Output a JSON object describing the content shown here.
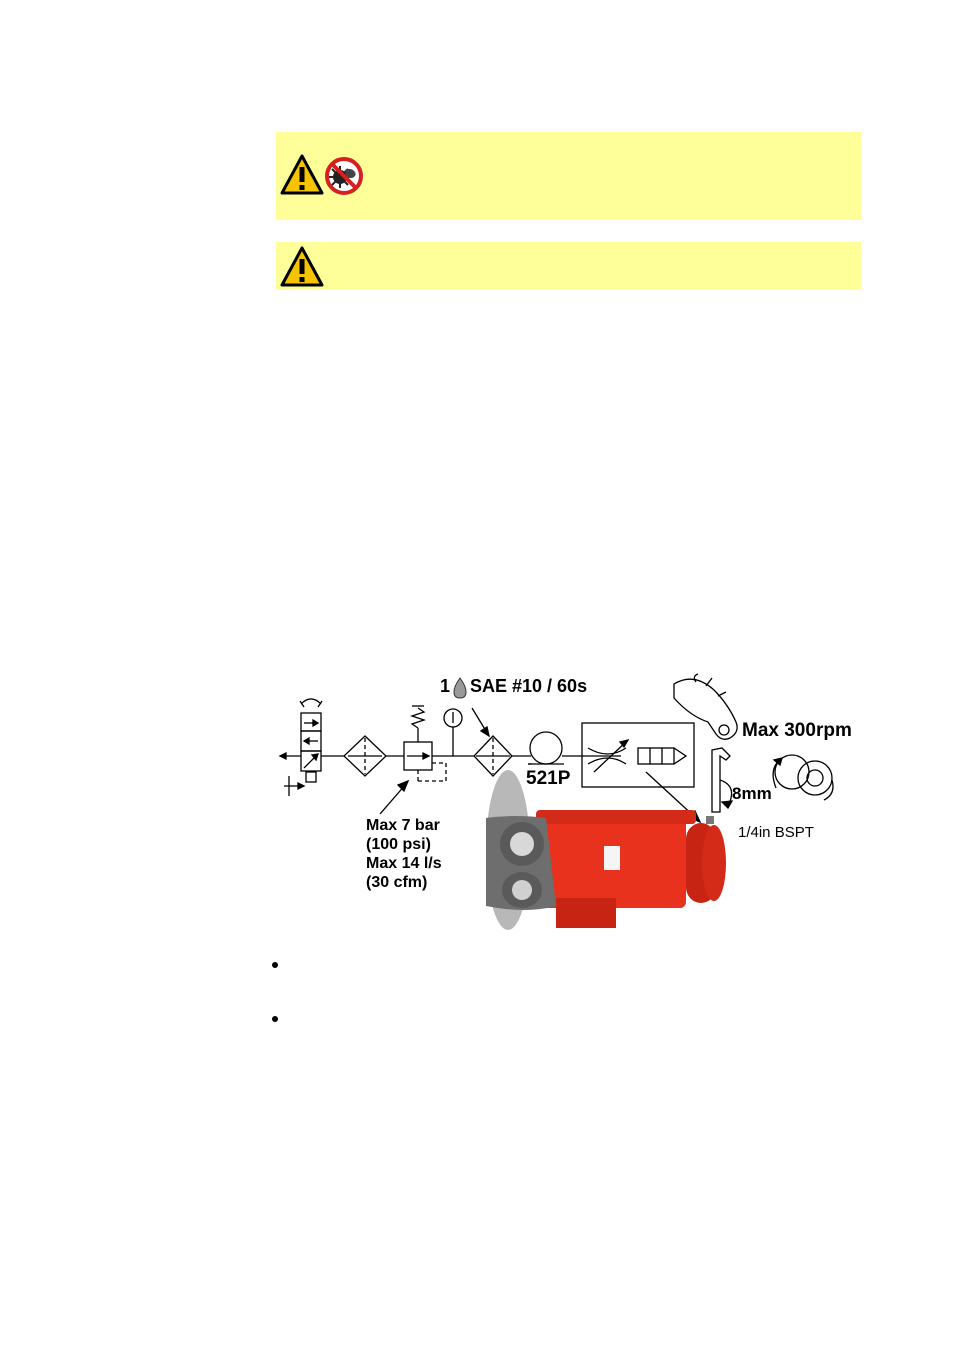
{
  "warnings": [
    {
      "icons": [
        "warning-triangle-icon",
        "no-hands-in-rotating-parts-icon"
      ]
    },
    {
      "icons": [
        "warning-triangle-icon"
      ]
    }
  ],
  "diagram": {
    "lubrication_label_prefix": "1",
    "lubrication_label": "SAE #10 / 60s",
    "motor_label": "521P",
    "speed_label": "Max 300rpm",
    "wrench_label": "8mm",
    "thread_label": "1/4in BSPT",
    "pressure_lines": [
      "Max 7 bar",
      "(100 psi)",
      "Max 14 l/s",
      "(30 cfm)"
    ]
  },
  "colors": {
    "warning_background": "#ffff99",
    "warning_triangle": "#f5c400",
    "motor_body": "#e8321e",
    "motor_head": "#6e6e6e"
  }
}
